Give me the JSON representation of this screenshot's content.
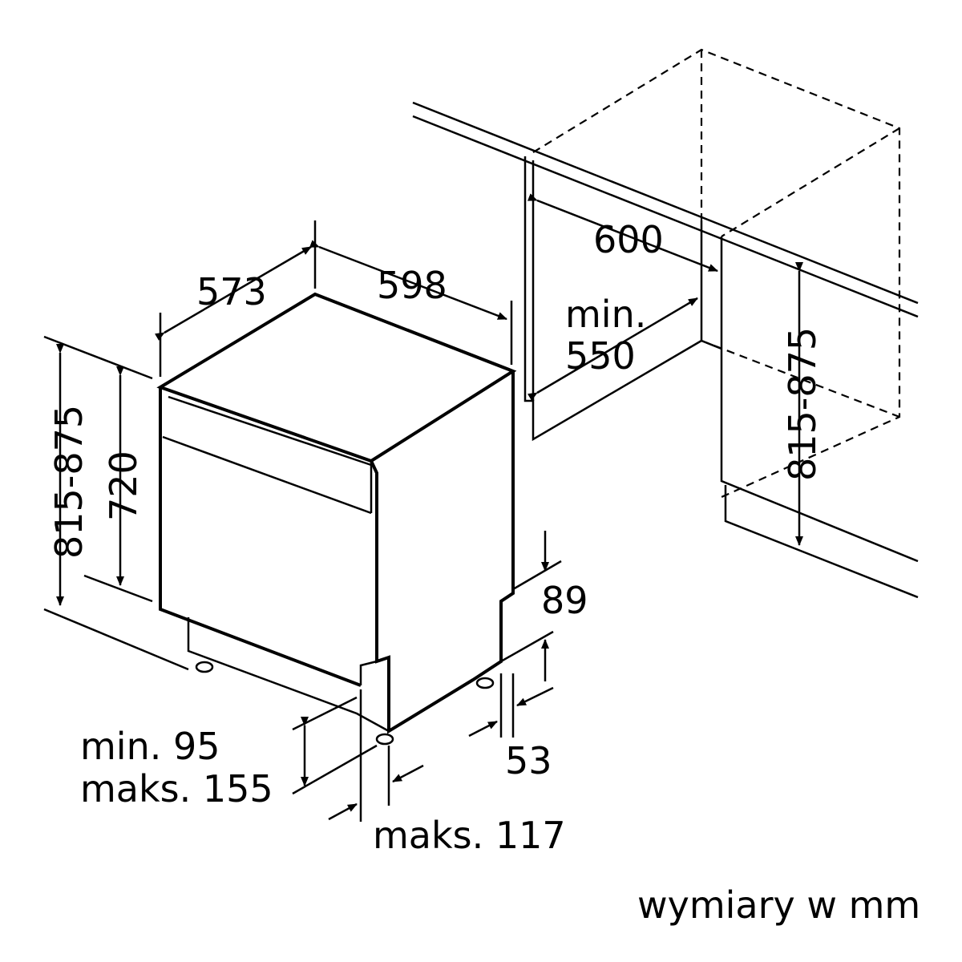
{
  "dimensions": {
    "depth": "573",
    "width": "598",
    "niche_width": "600",
    "niche_depth_prefix": "min.",
    "niche_depth": "550",
    "height_left": "815-875",
    "body_height": "720",
    "height_right": "815-875",
    "plinth_depth": "89",
    "plinth_offset": "53",
    "plinth_min": "min. 95",
    "plinth_max": "maks. 155",
    "door_max": "maks. 117"
  },
  "footer": {
    "units_note": "wymiary w mm"
  },
  "colors": {
    "line": "#000000",
    "background": "#ffffff"
  }
}
